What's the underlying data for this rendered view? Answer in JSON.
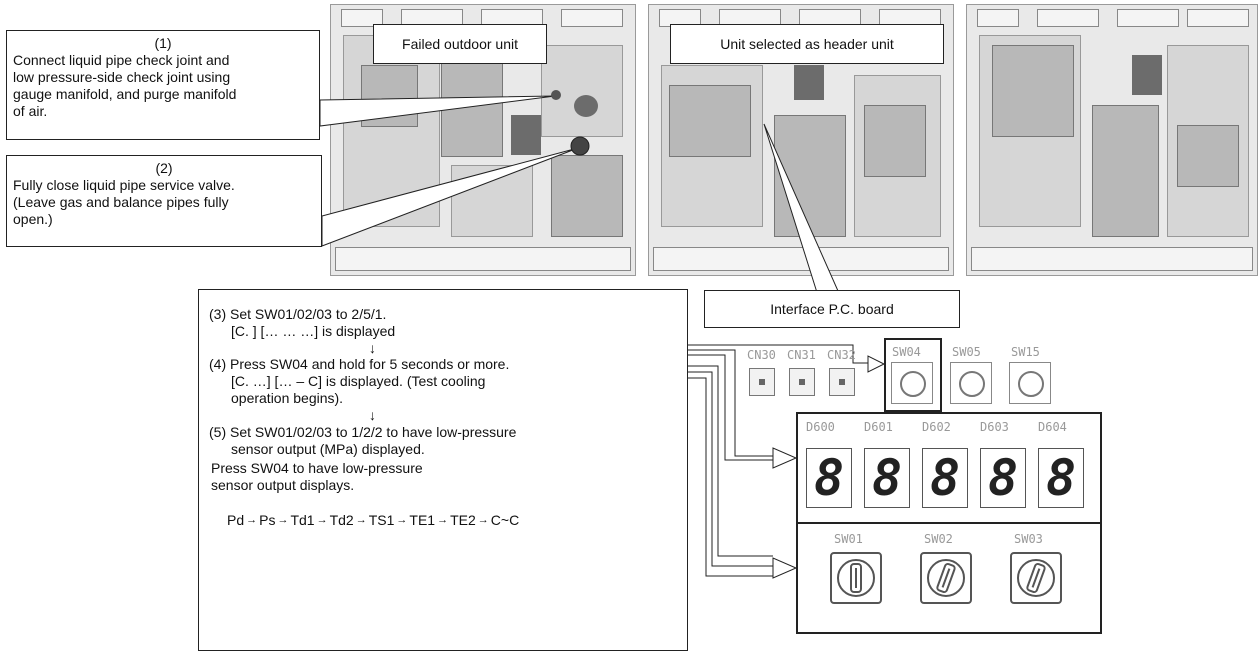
{
  "photos": {
    "left_title": "Failed outdoor unit",
    "middle_title": "Unit selected as header unit"
  },
  "callouts": {
    "one": {
      "number": "(1)",
      "line1": "Connect liquid pipe check joint and",
      "line2": "low pressure-side check joint using",
      "line3": "gauge manifold, and purge manifold",
      "line4": "of air."
    },
    "two": {
      "number": "(2)",
      "line1": "Fully close liquid pipe service valve.",
      "line2": "(Leave gas and balance pipes fully",
      "line3": "open.)"
    }
  },
  "interface_label": "Interface P.C. board",
  "steps": {
    "s3_line1": "(3) Set SW01/02/03 to 2/5/1.",
    "s3_line2": "[C. ] [… … …] is displayed",
    "s4_line1": "(4) Press SW04 and hold for 5 seconds or more.",
    "s4_line2": "[C. …] [… – C] is displayed. (Test cooling",
    "s4_line3": "operation begins).",
    "s5_line1": "(5) Set SW01/02/03 to 1/2/2 to have low-pressure",
    "s5_line2": "sensor output (MPa) displayed.",
    "s5_line3": "Press SW04 to have low-pressure",
    "s5_line4": "sensor output displays.",
    "down_arrow": "↓"
  },
  "sequence": {
    "items": [
      "Pd",
      "Ps",
      "Td1",
      "Td2",
      "TS1",
      "TE1",
      "TE2",
      "C~C"
    ],
    "arrow": "→"
  },
  "board": {
    "connectors": [
      "CN30",
      "CN31",
      "CN32"
    ],
    "buttons": [
      "SW04",
      "SW05",
      "SW15"
    ],
    "displays": [
      "D600",
      "D601",
      "D602",
      "D603",
      "D604"
    ],
    "display_digit": "8",
    "rotary_switches": [
      "SW01",
      "SW02",
      "SW03"
    ]
  }
}
